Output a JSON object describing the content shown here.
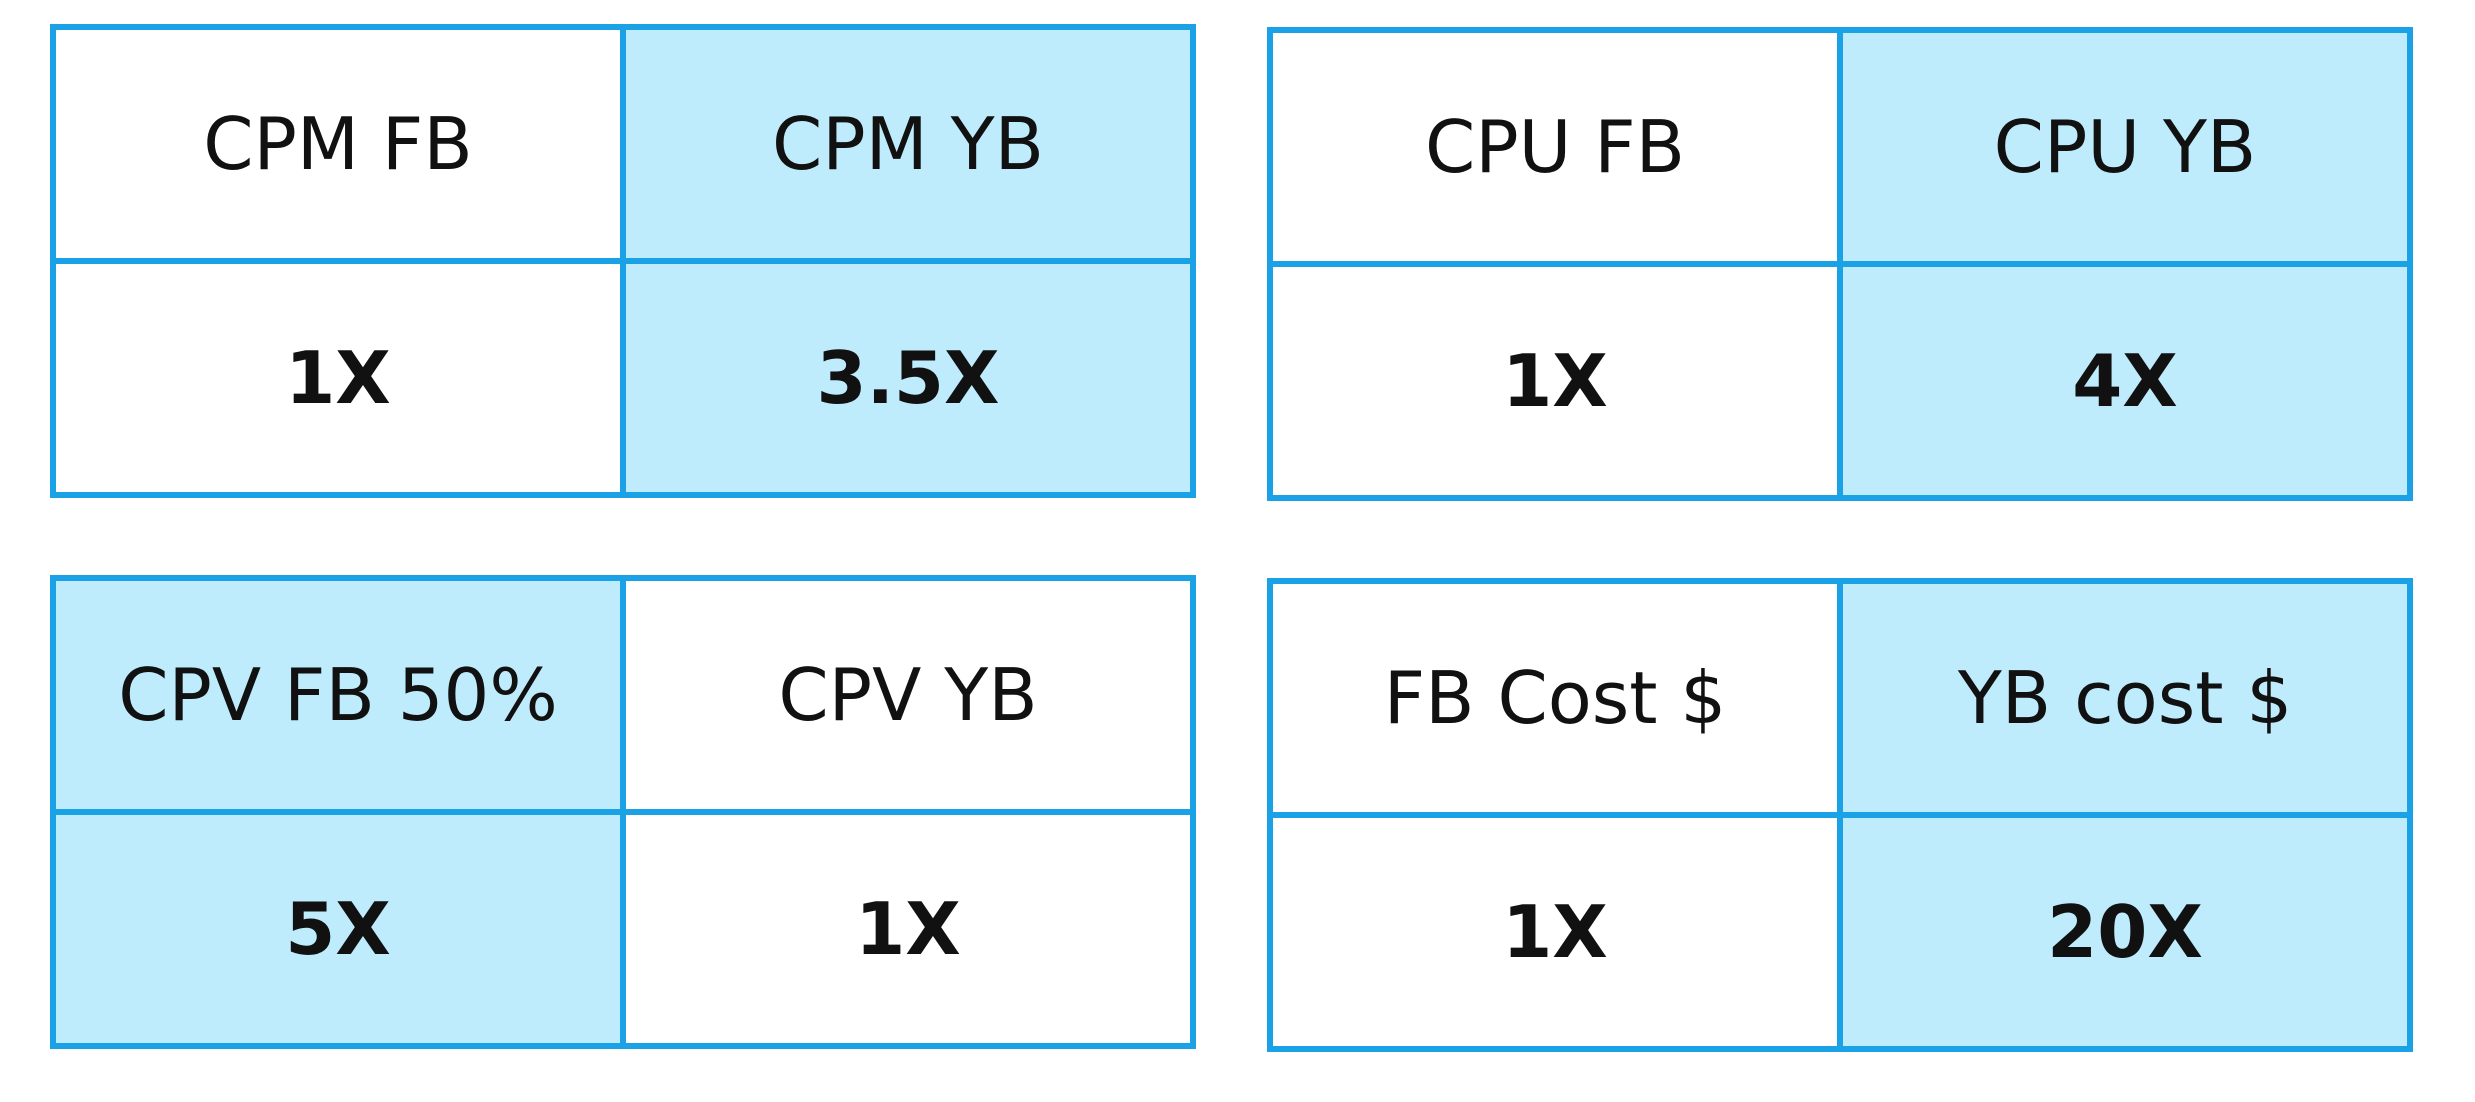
{
  "colors": {
    "border": "#1ba1e6",
    "highlight": "#bfecfd",
    "text": "#111111"
  },
  "tables": [
    {
      "highlight_column": 1,
      "headers": [
        "CPM FB",
        "CPM YB"
      ],
      "values": [
        "1X",
        "3.5X"
      ]
    },
    {
      "highlight_column": 1,
      "headers": [
        "CPU FB",
        "CPU YB"
      ],
      "values": [
        "1X",
        "4X"
      ]
    },
    {
      "highlight_column": 0,
      "headers": [
        "CPV FB 50%",
        "CPV YB"
      ],
      "values": [
        "5X",
        "1X"
      ]
    },
    {
      "highlight_column": 1,
      "headers": [
        "FB Cost $",
        "YB cost $"
      ],
      "values": [
        "1X",
        "20X"
      ]
    }
  ]
}
